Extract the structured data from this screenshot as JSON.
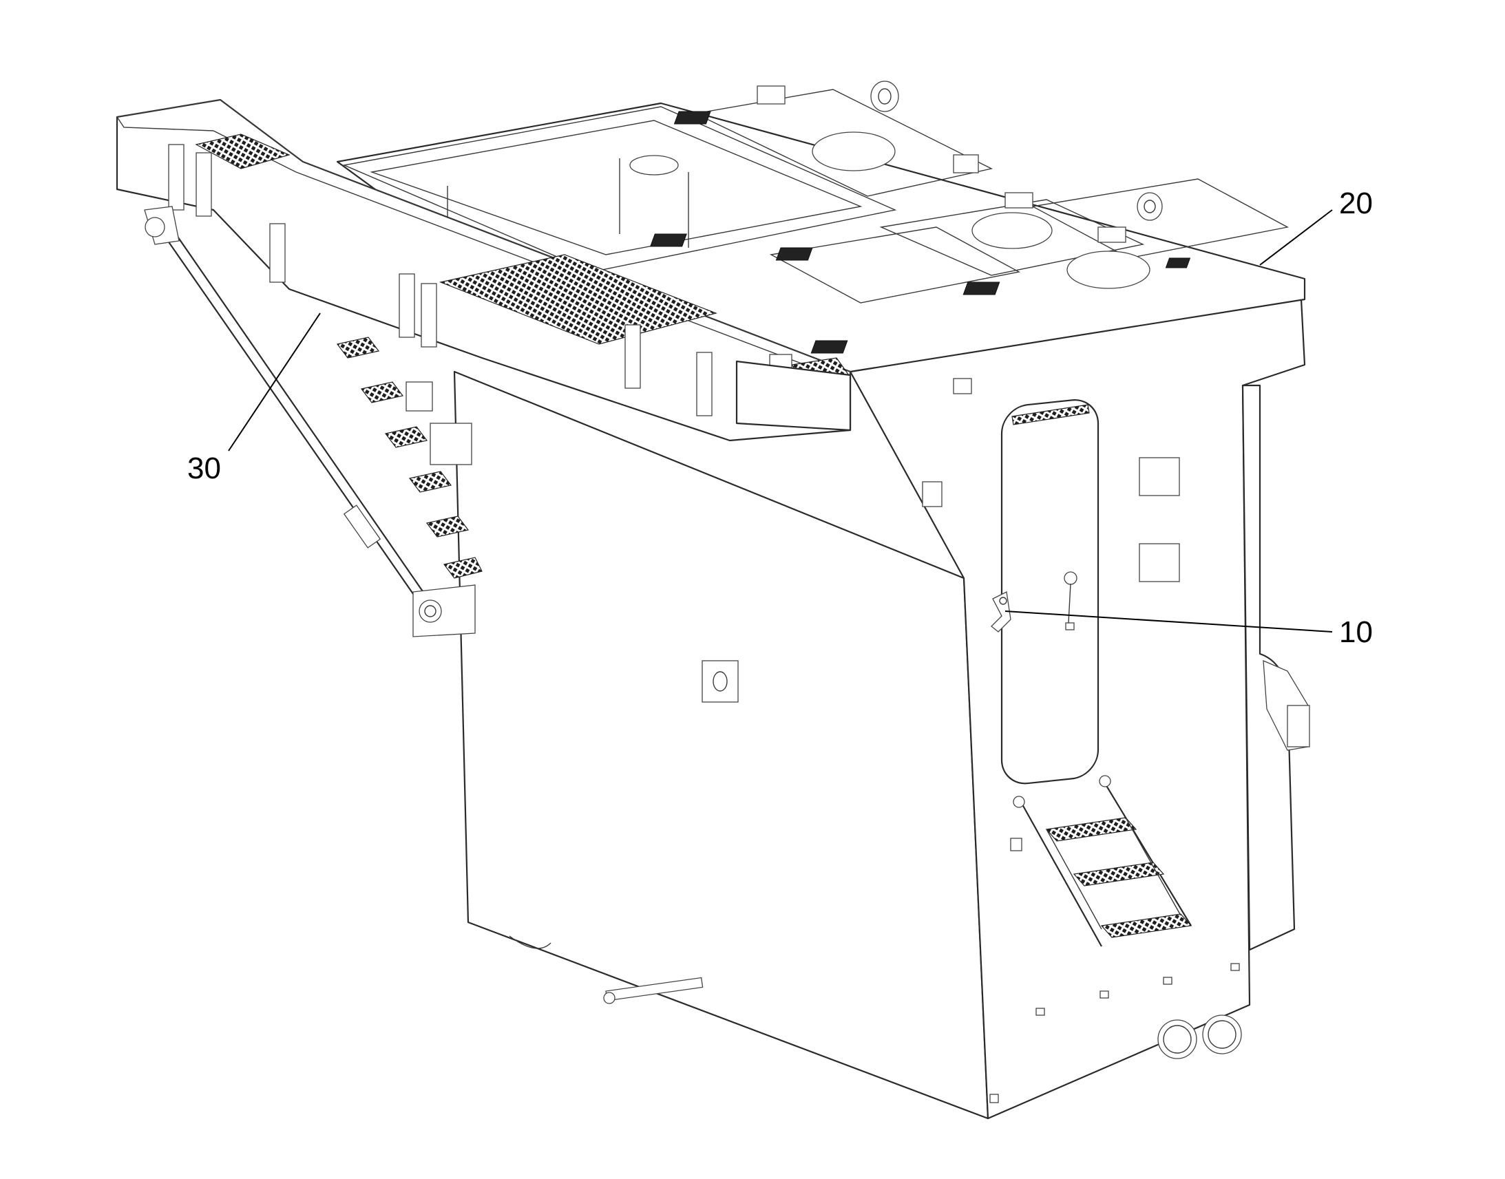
{
  "figure": {
    "callouts": [
      {
        "id": "callout-10",
        "label": "10"
      },
      {
        "id": "callout-20",
        "label": "20"
      },
      {
        "id": "callout-30",
        "label": "30"
      }
    ]
  }
}
